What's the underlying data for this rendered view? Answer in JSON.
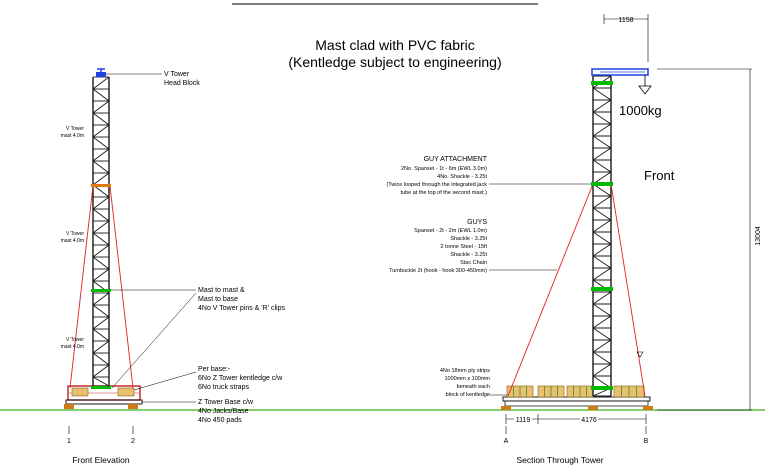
{
  "colors": {
    "ground": "#5fbf3f",
    "guy_wire": "#e02020",
    "pin_clip": "#00bb00",
    "joint": "#e07a10",
    "head_block": "#2040e0",
    "kentledge": "#c8901a",
    "pad": "#d07a1a",
    "steel": "#1a1a1a"
  },
  "title": {
    "line1": "Mast clad with PVC fabric",
    "line2": "(Kentledge subject to engineering)"
  },
  "front_elevation": {
    "caption": "Front Elevation",
    "grid_labels": [
      "1",
      "2"
    ],
    "mast_labels": [
      {
        "line1": "V Tower",
        "line2": "mast 4.0m"
      },
      {
        "line1": "V Tower",
        "line2": "mast 4.0m"
      },
      {
        "line1": "V Tower",
        "line2": "mast 4.0m"
      }
    ],
    "head_block": {
      "line1": "V Tower",
      "line2": "Head Block"
    },
    "mast_joint_note": [
      "Mast to mast &",
      "Mast to base",
      "4No V Tower pins & 'R' clips"
    ],
    "base_note": [
      "Per base:-",
      "6No Z Tower kentledge c/w",
      "6No truck straps"
    ],
    "base_spec": [
      "Z Tower Base c/w",
      "4No Jacks/Base",
      "4No 450 pads"
    ]
  },
  "section": {
    "caption": "Section Through Tower",
    "grid_labels": [
      "A",
      "B"
    ],
    "dim_top": "1158",
    "load": "1000kg",
    "front_label": "Front",
    "dim_height": "13004",
    "dim_bottom": [
      "1119",
      "4176"
    ],
    "guy_attachment": {
      "heading": "GUY ATTACHMENT",
      "lines": [
        "2No. Spanset - 1t - 6m (EWL 3.0m)",
        "4No. Shackle - 3.25t",
        "(Twice looped through the integrated jack",
        "tube at the top of the second mast.)"
      ]
    },
    "guys": {
      "heading": "GUYS",
      "lines": [
        "Spanset - 2t - 2m (EWL 1.0m)",
        "Shackle - 3.25t",
        "2 tonne Steel - 15ft",
        "Shackle - 3.25t",
        "Stac Chain",
        "Turnbuckle 2t (hook - hook 300-450mm)"
      ]
    },
    "ply_note": [
      "4No 18mm ply strips",
      "1000mm x 100mm",
      "beneath each",
      "block of kentledge"
    ]
  }
}
